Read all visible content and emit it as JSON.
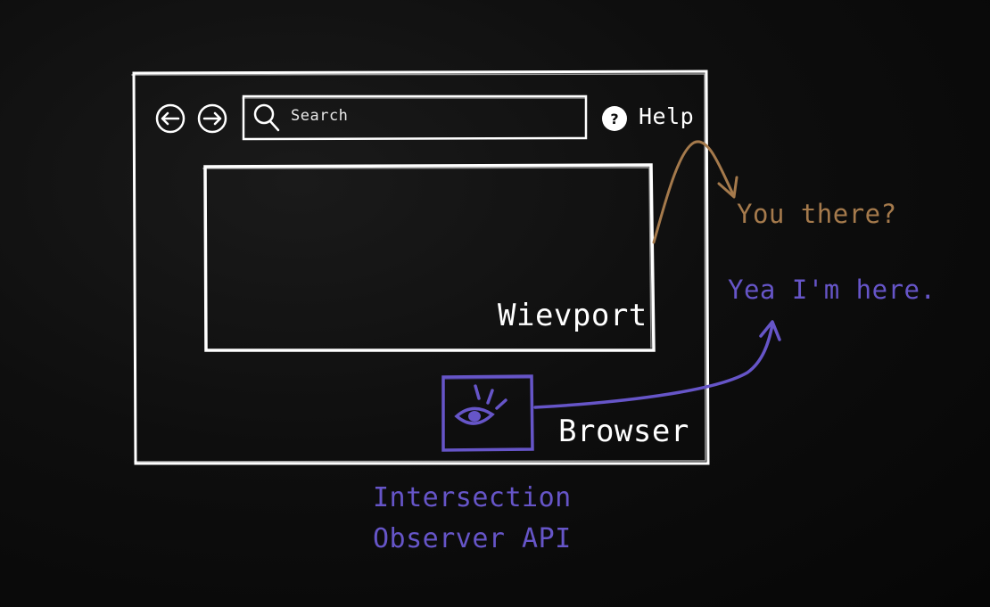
{
  "toolbar": {
    "search_placeholder": "Search",
    "help_label": "Help",
    "back_icon": "arrow-left-circle-icon",
    "forward_icon": "arrow-right-circle-icon",
    "search_icon": "magnifier-icon",
    "help_icon": "question-circle-icon"
  },
  "viewport": {
    "label": "Wievport"
  },
  "browser": {
    "label": "Browser",
    "observer_icon": "eye-icon"
  },
  "dialogue": {
    "question": "You there?",
    "answer": "Yea I'm here."
  },
  "api": {
    "line1": "Intersection",
    "line2": "Observer API"
  },
  "colors": {
    "background": "#0b0b0b",
    "sketch": "#ffffff",
    "question": "#a57a4c",
    "answer": "#6655c8"
  }
}
